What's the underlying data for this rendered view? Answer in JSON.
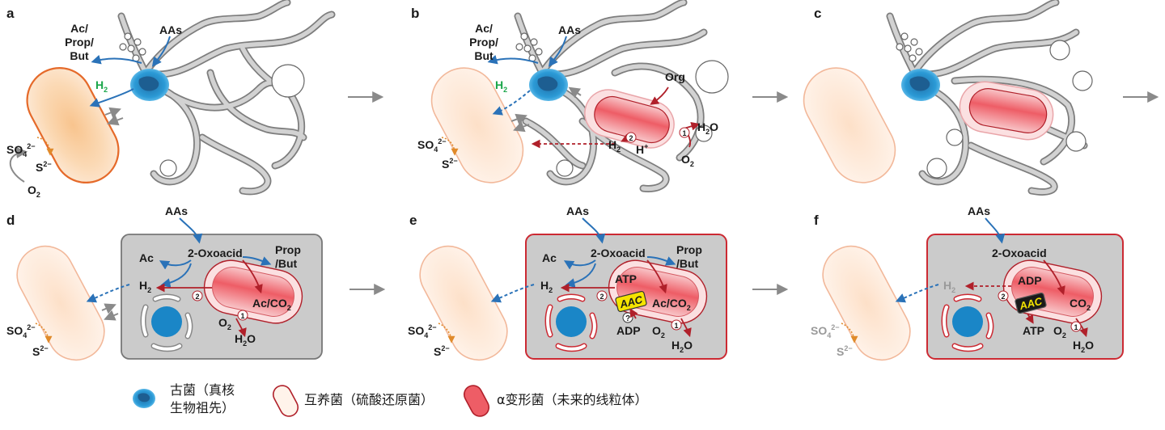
{
  "panels": {
    "a": {
      "letter": "a",
      "ac_prop_but": [
        "Ac/",
        "Prop/",
        "But"
      ],
      "aas": "AAs",
      "h2": "H",
      "h2_sub": "2",
      "so4": "SO",
      "so4_sub": "4",
      "so4_sup": "2−",
      "s2": "S",
      "s2_sup": "2−",
      "o2": "O",
      "o2_sub": "2"
    },
    "b": {
      "letter": "b",
      "ac_prop_but": [
        "Ac/",
        "Prop/",
        "But"
      ],
      "aas": "AAs",
      "h2": "H",
      "h2_sub": "2",
      "org": "Org",
      "h2o": "H",
      "h2o_sub": "2",
      "h2o_tail": "O",
      "hplus": "H",
      "hplus_sup": "+",
      "o2": "O",
      "o2_sub": "2",
      "so4": "SO",
      "so4_sub": "4",
      "so4_sup": "2−",
      "s2": "S",
      "s2_sup": "2−",
      "step1": "1",
      "step2": "2"
    },
    "c": {
      "letter": "c"
    },
    "d": {
      "letter": "d",
      "aas": "AAs",
      "oxoacid": "2-Oxoacid",
      "ac": "Ac",
      "prop_but": [
        "Prop",
        "/But"
      ],
      "h2": "H",
      "h2_sub": "2",
      "ac_co2": "Ac/CO",
      "ac_co2_sub": "2",
      "o2": "O",
      "o2_sub": "2",
      "h2o": "H",
      "h2o_sub": "2",
      "h2o_tail": "O",
      "so4": "SO",
      "so4_sub": "4",
      "so4_sup": "2−",
      "s2": "S",
      "s2_sup": "2−",
      "step1": "1",
      "step2": "2"
    },
    "e": {
      "letter": "e",
      "aas": "AAs",
      "oxoacid": "2-Oxoacid",
      "ac": "Ac",
      "prop_but": [
        "Prop",
        "/But"
      ],
      "h2": "H",
      "h2_sub": "2",
      "atp": "ATP",
      "adp": "ADP",
      "aac": "AAC",
      "question": "?",
      "ac_co2": "Ac/CO",
      "ac_co2_sub": "2",
      "o2": "O",
      "o2_sub": "2",
      "h2o": "H",
      "h2o_sub": "2",
      "h2o_tail": "O",
      "so4": "SO",
      "so4_sub": "4",
      "so4_sup": "2−",
      "s2": "S",
      "s2_sup": "2−",
      "step1": "1",
      "step2": "2"
    },
    "f": {
      "letter": "f",
      "aas": "AAs",
      "oxoacid": "2-Oxoacid",
      "h2": "H",
      "h2_sub": "2",
      "adp": "ADP",
      "atp": "ATP",
      "aac": "AAC",
      "co2": "CO",
      "co2_sub": "2",
      "o2": "O",
      "o2_sub": "2",
      "h2o": "H",
      "h2o_sub": "2",
      "h2o_tail": "O",
      "so4": "SO",
      "so4_sub": "4",
      "so4_sup": "2−",
      "s2": "S",
      "s2_sup": "2−",
      "step1": "1",
      "step2": "2"
    }
  },
  "legend": {
    "archaea": [
      "古菌（真核",
      "生物祖先）"
    ],
    "syntroph": "互养菌（硫酸还原菌）",
    "alpha": "α变形菌（未来的线粒体）"
  },
  "colors": {
    "blue": "#2a72b8",
    "red": "#b0202a",
    "green": "#1aa64a",
    "orange": "#e08a2a",
    "grey_cell": "#c9c9c9",
    "aac_yellow": "#f5e400"
  }
}
